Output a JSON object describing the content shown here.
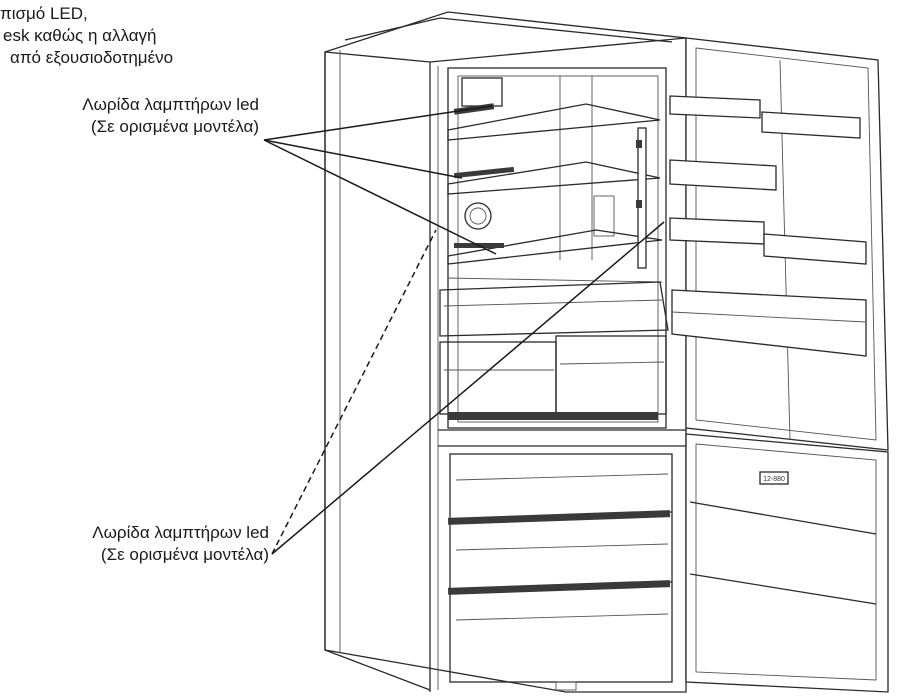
{
  "intro_lines": [
    "πισμό LED,",
    "esk καθώς η αλλαγή",
    "από εξουσιοδοτημένο"
  ],
  "callouts": {
    "top": {
      "line1": "Λωρίδα λαμπτήρων led",
      "line2": "(Σε ορισμένα μοντέλα)"
    },
    "bottom": {
      "line1": "Λωρίδα λαμπτήρων led",
      "line2": "(Σε ορισμένα μοντέλα)"
    }
  },
  "freezer_drawer_label": "12-880"
}
